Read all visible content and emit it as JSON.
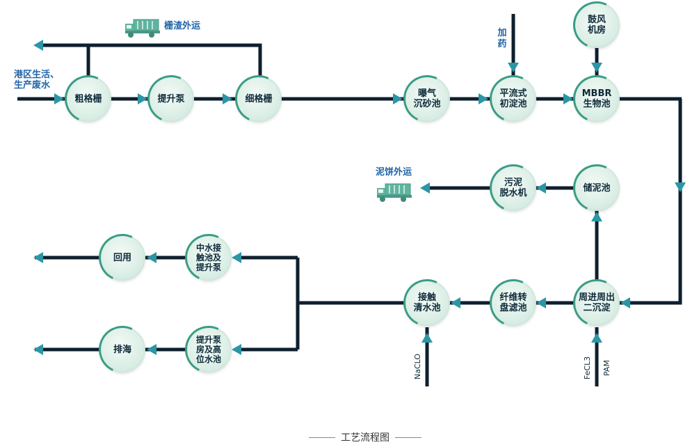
{
  "colors": {
    "line": "#0e1f2e",
    "arrow": "#2a96a6",
    "label_blue": "#1f63a8",
    "node_text": "#0e2a3a",
    "truck": "#5fb4a0"
  },
  "nodes": {
    "coarse_screen": "粗格栅",
    "lift_pump": "提升泵",
    "fine_screen": "细格栅",
    "aerated_grit": "曝气\n沉砂池",
    "primary_clarifier": "平流式\n初淀池",
    "mbbr": "MBBR\n生物池",
    "blower": "鼓风\n机房",
    "sludge_tank": "储泥池",
    "dewatering": "污泥\n脱水机",
    "secondary_clarifier": "周进周出\n二沉淀",
    "fiber_filter": "纤维转\n盘滤池",
    "clear_water": "接触\n清水池",
    "reuse_pump": "中水接\n触池及\n提升泵",
    "reuse": "回用",
    "sea_pump": "提升泵\n房及高\n位水池",
    "sea": "排海"
  },
  "labels": {
    "influent": "港区生活、\n生产废水",
    "screen_waste": "栅渣外运",
    "sludge_cake": "泥饼外运",
    "dosing": "加\n药",
    "naclo": "NaCLO",
    "fecl3": "FeCL3",
    "pam": "PAM"
  },
  "icons": {
    "truck_top": "dump-truck-icon",
    "truck_mid": "dump-truck-icon"
  },
  "caption": "工艺流程图"
}
